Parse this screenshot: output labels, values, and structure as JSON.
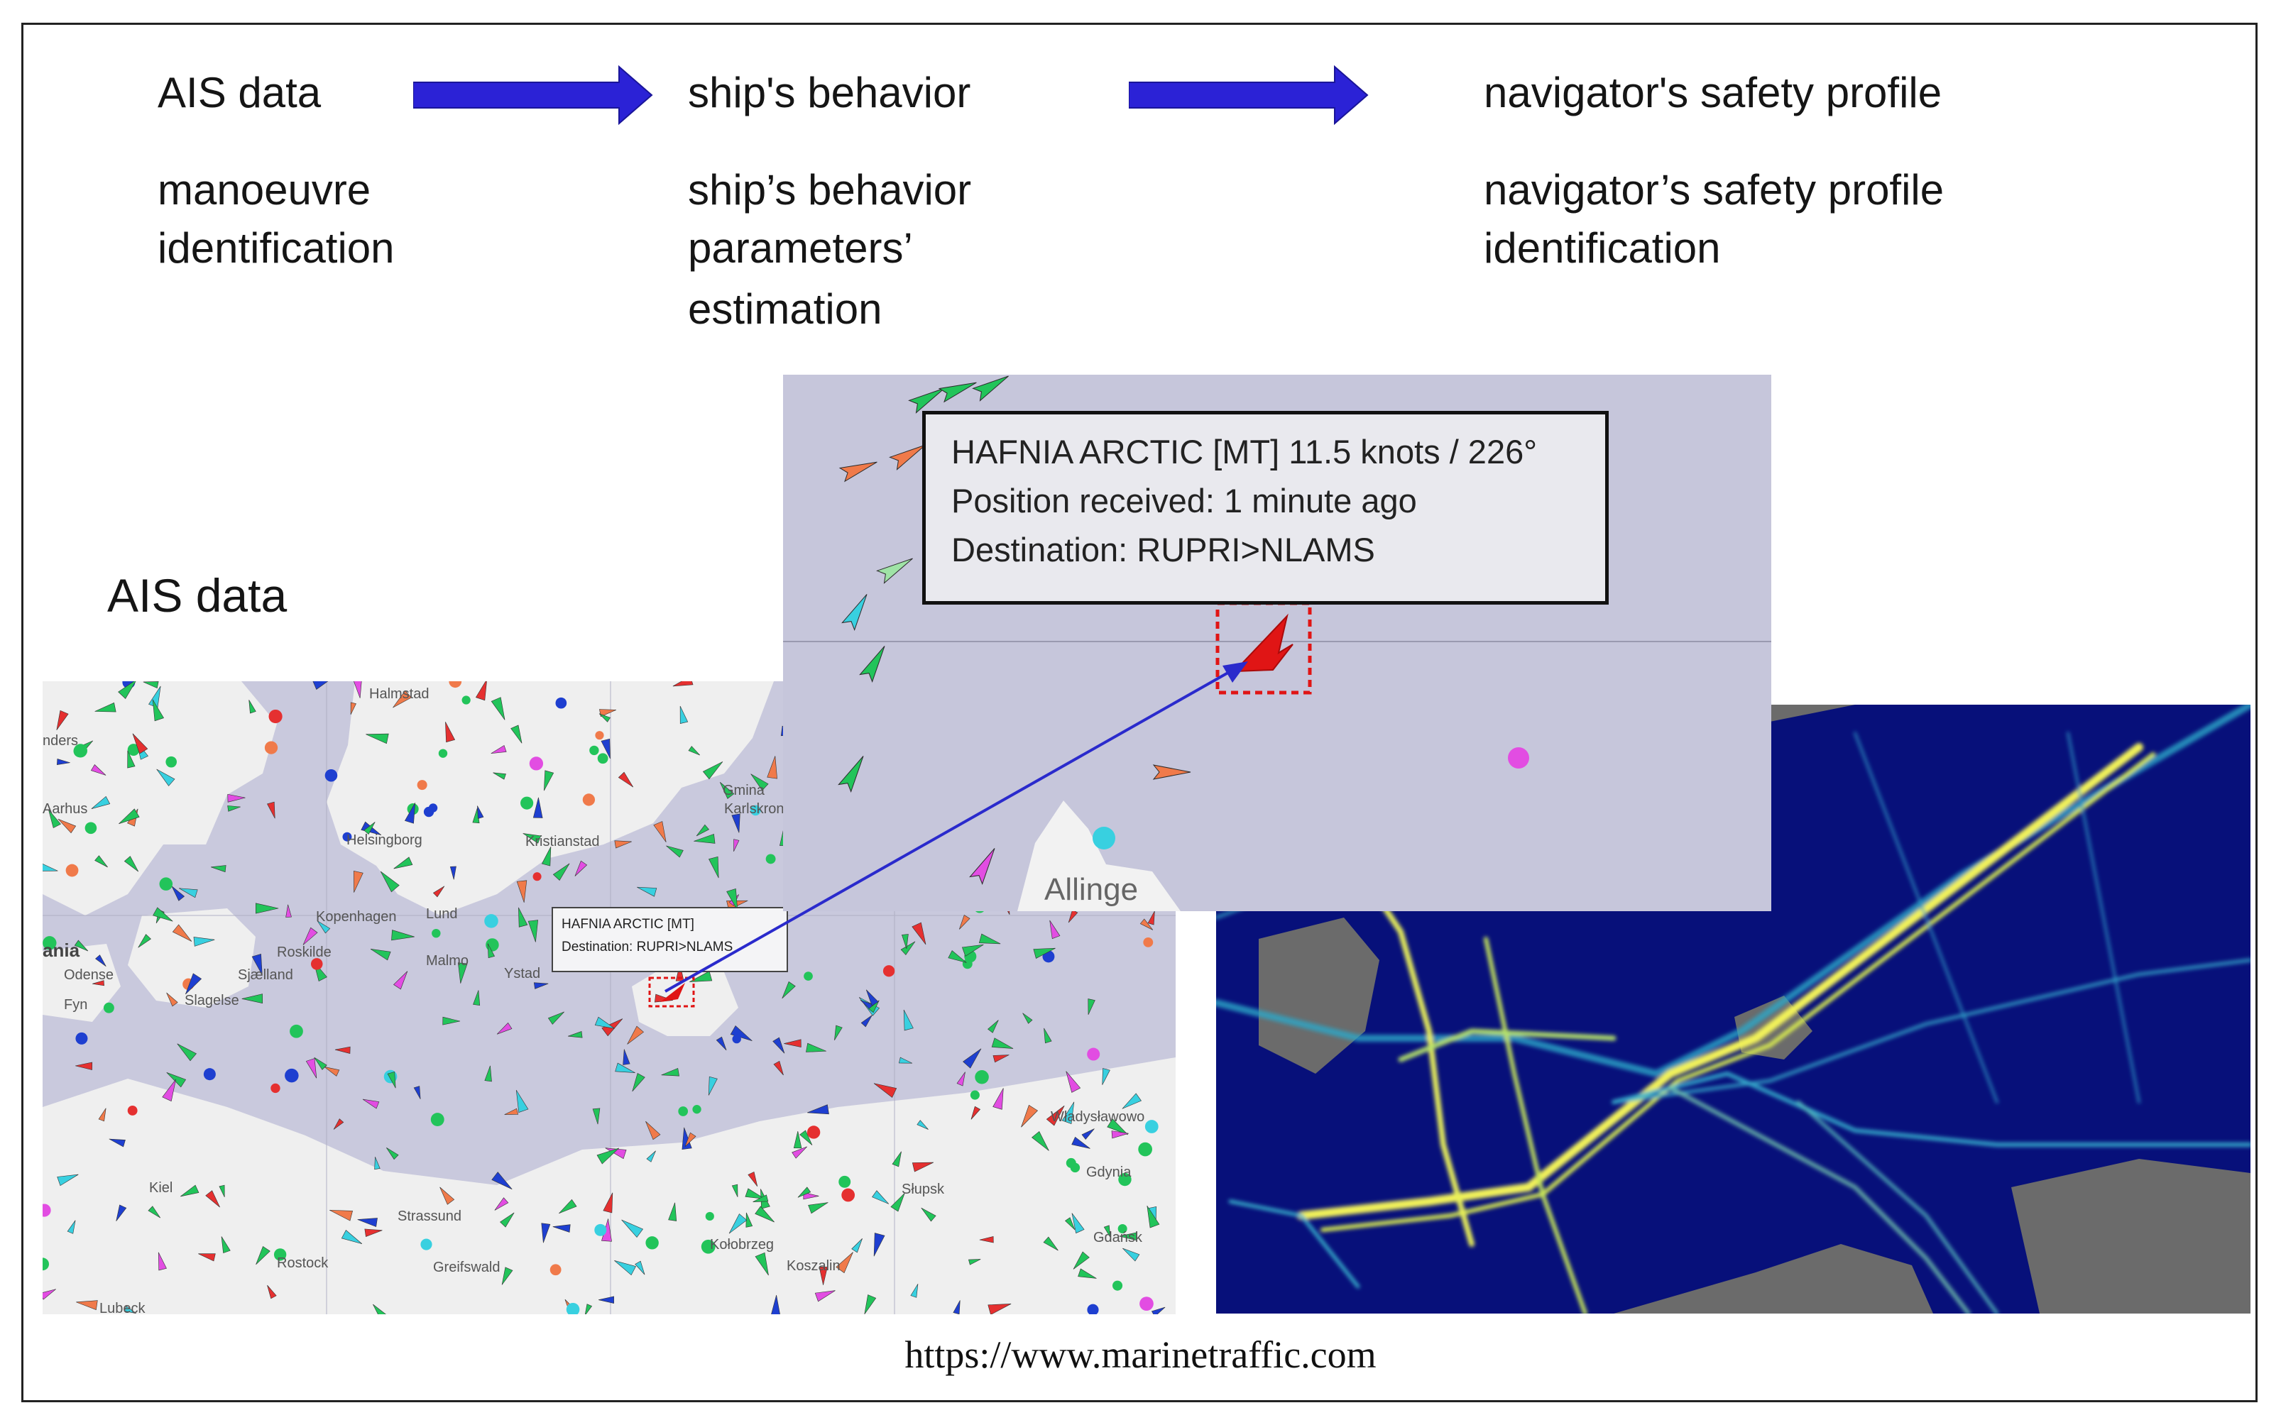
{
  "flow": {
    "steps": [
      {
        "title": "AIS data",
        "desc_lines": [
          "manoeuvre",
          "identification"
        ]
      },
      {
        "title": "ship's behavior",
        "desc_lines": [
          "ship’s behavior",
          "parameters’",
          "estimation"
        ]
      },
      {
        "title": "navigator's safety profile",
        "desc_lines": [
          "navigator’s safety profile",
          "identification"
        ]
      }
    ],
    "arrow_color": "#2b22d6"
  },
  "left_panel": {
    "label": "AIS data",
    "map_place_labels": [
      "Halmstad",
      "nders",
      "Aarhus",
      "Helsingborg",
      "Kristianstad",
      "Karlskrona",
      "Gmina",
      "Kopenhagen",
      "Lund",
      "Roskilde",
      "Malmo",
      "Sjælland",
      "Slagelse",
      "Odense",
      "Fyn",
      "Ystad",
      "Strassund",
      "Rostock",
      "Greifswald",
      "Kołobrzeg",
      "Koszalin",
      "Słupsk",
      "Gdynia",
      "Gdańsk",
      "Władysławowo",
      "Lubeck",
      "Kiel",
      "ania"
    ],
    "tooltip": {
      "line1": "HAFNIA ARCTIC [MT]",
      "line2": "Destination: RUPRI>NLAMS"
    }
  },
  "zoom_panel": {
    "tooltip": {
      "line1": "HAFNIA ARCTIC [MT] 11.5 knots / 226°",
      "line2": "Position received: 1 minute ago",
      "line3": "Destination: RUPRI>NLAMS"
    },
    "place_label": "Allinge"
  },
  "colors": {
    "sea": "#c9c9dd",
    "zoom_sea": "#c6c6db",
    "land": "#f2f2f2",
    "highlight_ship": "#e01515",
    "connector": "#2a2acc",
    "heat_bg": "#6b6b6b",
    "heat_sea": "#07107a"
  },
  "footer": {
    "url": "https://www.marinetraffic.com"
  }
}
